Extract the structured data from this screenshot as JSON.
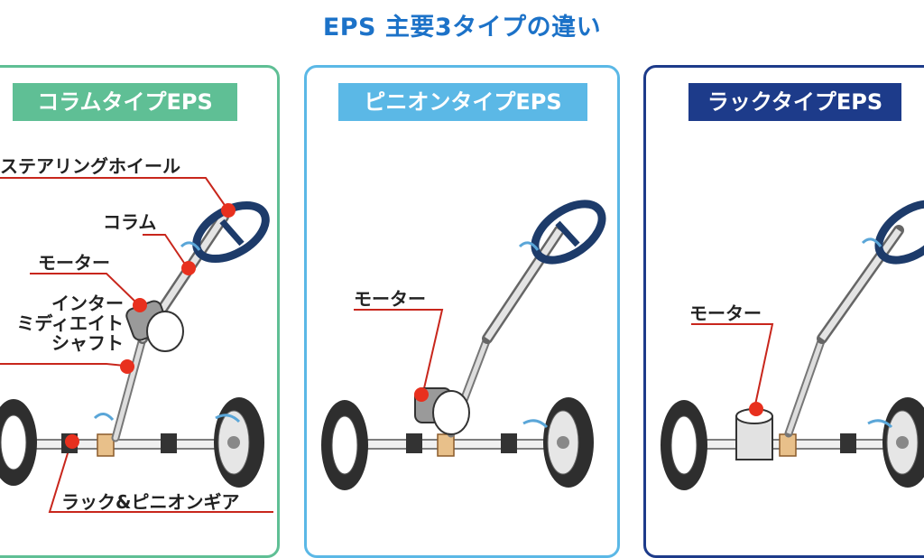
{
  "title": "EPS 主要3タイプの違い",
  "colors": {
    "title": "#1c72c8",
    "column": "#5fbf95",
    "pinion": "#5bb8e6",
    "rack": "#1d3b8a",
    "leader": "#c8261c",
    "dot": "#e8301e"
  },
  "panels": {
    "column": {
      "badge": "コラムタイプEPS",
      "labels": {
        "steering_wheel": "ステアリングホイール",
        "column": "コラム",
        "motor": "モーター",
        "intermediate_line1": "インター",
        "intermediate_line2": "ミディエイト",
        "intermediate_line3": "シャフト",
        "rack_pinion": "ラック&ピニオンギア"
      }
    },
    "pinion": {
      "badge": "ピニオンタイプEPS",
      "labels": {
        "motor": "モーター"
      }
    },
    "rack": {
      "badge": "ラックタイプEPS",
      "labels": {
        "motor": "モーター"
      }
    }
  }
}
